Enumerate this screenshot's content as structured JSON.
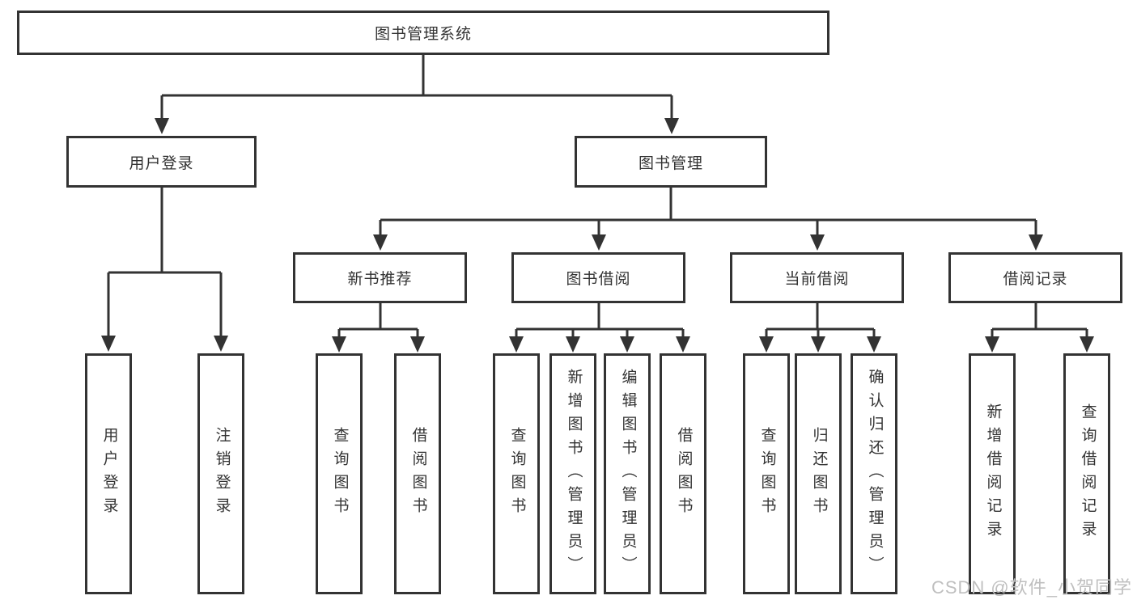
{
  "diagram": {
    "root": {
      "label": "图书管理系统"
    },
    "login": {
      "label": "用户登录",
      "children": [
        {
          "label": "用户登录"
        },
        {
          "label": "注销登录"
        }
      ]
    },
    "bookmgmt": {
      "label": "图书管理",
      "groups": [
        {
          "label": "新书推荐",
          "children": [
            {
              "label": "查询图书"
            },
            {
              "label": "借阅图书"
            }
          ]
        },
        {
          "label": "图书借阅",
          "children": [
            {
              "label": "查询图书"
            },
            {
              "label": "新增图书（管理员）"
            },
            {
              "label": "编辑图书（管理员）"
            },
            {
              "label": "借阅图书"
            }
          ]
        },
        {
          "label": "当前借阅",
          "children": [
            {
              "label": "查询图书"
            },
            {
              "label": "归还图书"
            },
            {
              "label": "确认归还（管理员）"
            }
          ]
        },
        {
          "label": "借阅记录",
          "children": [
            {
              "label": "新增借阅记录"
            },
            {
              "label": "查询借阅记录"
            }
          ]
        }
      ]
    },
    "watermark": "CSDN @软件_小贺同学",
    "colors": {
      "line": "#333333",
      "text": "#333333",
      "box_background": "#ffffff",
      "watermark": "#bfbfbf"
    }
  }
}
